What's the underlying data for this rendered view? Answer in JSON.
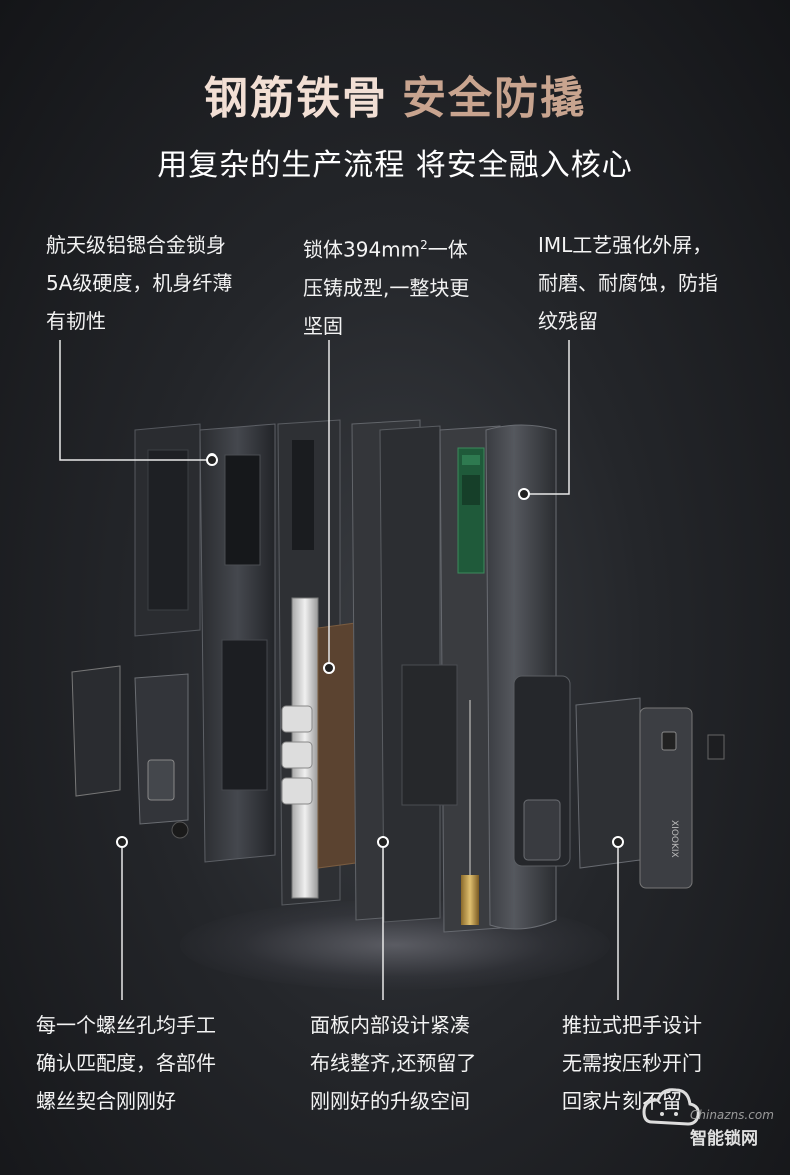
{
  "title": {
    "part1": "钢筋铁骨",
    "part2": "安全防撬"
  },
  "subtitle": "用复杂的生产流程 将安全融入核心",
  "annotations": {
    "top_left": [
      "航天级铝锶合金锁身",
      "5A级硬度，机身纤薄",
      "有韧性"
    ],
    "top_mid_prefix": "锁体394mm",
    "top_mid_sup": "2",
    "top_mid_suffix": "一体",
    "top_mid_rest": [
      "压铸成型,一整块更",
      "坚固"
    ],
    "top_right": [
      "IML工艺强化外屏，",
      "耐磨、耐腐蚀，防指",
      "纹残留"
    ],
    "bottom_left": [
      "每一个螺丝孔均手工",
      "确认匹配度，各部件",
      "螺丝契合刚刚好"
    ],
    "bottom_mid": [
      "面板内部设计紧凑",
      "布线整齐,还预留了",
      "刚刚好的升级空间"
    ],
    "bottom_right": [
      "推拉式把手设计",
      "无需按压秒开门",
      "回家片刻不留"
    ]
  },
  "product_brand": "XIOOKIX",
  "watermark": {
    "domain": "Chinazns.com",
    "name": "智能锁网"
  },
  "colors": {
    "title_light": "#f2dfd4",
    "title_gold": "#c8a48f",
    "bg": "#24262a"
  }
}
